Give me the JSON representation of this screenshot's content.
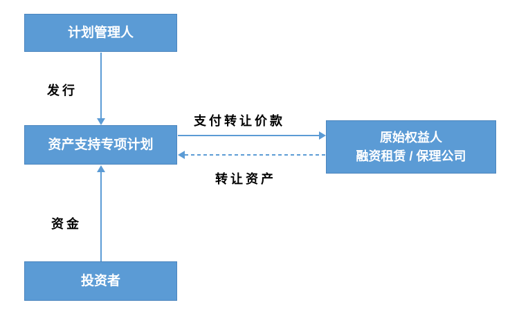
{
  "diagram": {
    "nodes": {
      "plan_manager": {
        "label": "计划管理人"
      },
      "spv": {
        "label": "资产支持专项计划"
      },
      "originator": {
        "line1": "原始权益人",
        "line2": "融资租赁 / 保理公司"
      },
      "investor": {
        "label": "投资者"
      }
    },
    "edges": {
      "issue": {
        "label": "发行",
        "from": "plan_manager",
        "to": "spv",
        "style": "solid"
      },
      "funds": {
        "label": "资金",
        "from": "investor",
        "to": "spv",
        "style": "solid"
      },
      "pay_price": {
        "label": "支付转让价款",
        "from": "spv",
        "to": "originator",
        "style": "solid"
      },
      "transfer_assets": {
        "label": "转让资产",
        "from": "originator",
        "to": "spv",
        "style": "dashed"
      }
    },
    "colors": {
      "box_fill": "#5B9BD5",
      "box_border": "#4A84BD",
      "box_text": "#FFFFFF",
      "arrow": "#5B9BD5",
      "label_text": "#000000"
    }
  }
}
